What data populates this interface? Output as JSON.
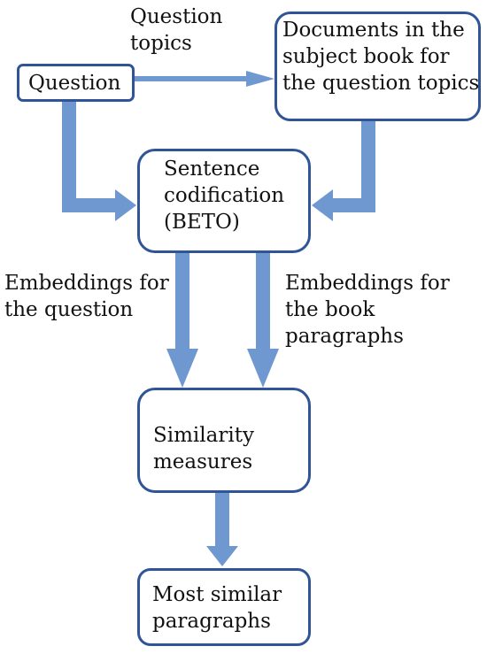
{
  "nodes": {
    "question": "Question",
    "documents": [
      "Documents in the",
      "subject book for",
      "the question topics"
    ],
    "sentence_codification": [
      "Sentence",
      "codification",
      "(BETO)"
    ],
    "similarity": [
      "Similarity",
      "measures"
    ],
    "most_similar": [
      "Most similar",
      "paragraphs"
    ]
  },
  "edge_labels": {
    "question_topics": [
      "Question",
      "topics"
    ],
    "embeddings_question": [
      "Embeddings for",
      "the question"
    ],
    "embeddings_book": [
      "Embeddings for",
      "the book",
      "paragraphs"
    ]
  },
  "colors": {
    "arrow": "#6f98d0",
    "box_border": "#2f5597"
  }
}
